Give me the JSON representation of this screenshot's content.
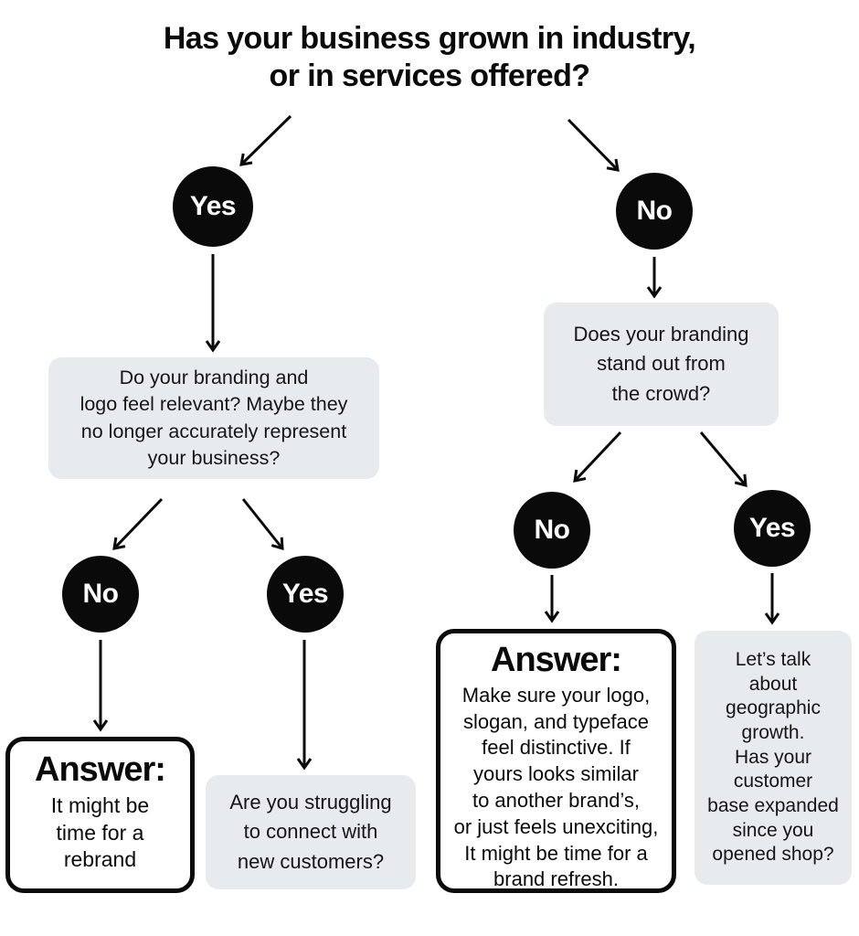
{
  "title": "Has your business grown in industry,\nor in services offered?",
  "circles": {
    "top_left": "Yes",
    "top_right": "No",
    "left_no": "No",
    "left_yes": "Yes",
    "right_no": "No",
    "right_yes": "Yes"
  },
  "questions": {
    "branding_relevant": "Do your branding and\nlogo feel relevant? Maybe they\nno longer accurately represent\nyour business?",
    "stand_out": "Does your branding\nstand out from\nthe crowd?",
    "struggling": "Are you struggling\nto connect with\nnew customers?",
    "geographic": "Let’s talk\nabout\ngeographic\ngrowth.\nHas your\ncustomer\nbase expanded\nsince you\nopened shop?"
  },
  "answers": {
    "rebrand": {
      "heading": "Answer:",
      "body": "It might be\ntime for a\nrebrand"
    },
    "refresh": {
      "heading": "Answer:",
      "body": "Make sure your logo,\nslogan, and typeface\nfeel distinctive. If\nyours looks similar\nto another brand’s,\nor just feels unexciting,\nIt might be time for a\nbrand refresh."
    }
  },
  "colors": {
    "circle_fill": "#0a0a0a",
    "circle_text": "#ffffff",
    "question_box_fill": "#e8ebee",
    "answer_box_border": "#0a0a0a",
    "background": "#ffffff",
    "text": "#111111"
  }
}
